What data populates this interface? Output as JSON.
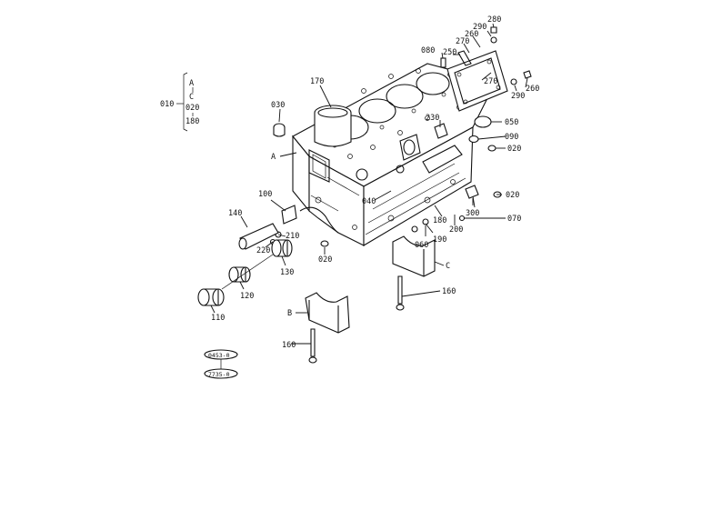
{
  "diagram": {
    "group": {
      "main": "010",
      "items": [
        "A",
        "C",
        "020",
        "180"
      ]
    },
    "labels": {
      "p280": "280",
      "p290a": "290",
      "p260a": "260",
      "p270a": "270",
      "p250": "250",
      "p080": "080",
      "p270b": "270",
      "p290b": "290",
      "p260b": "260",
      "p170": "170",
      "p030": "030",
      "p230": "230",
      "p050": "050",
      "p090": "090",
      "p020a": "020",
      "pA": "A",
      "p020b": "020",
      "p100": "100",
      "p040": "040",
      "p300": "300",
      "p070": "070",
      "p180": "180",
      "p200": "200",
      "p140": "140",
      "p210": "210",
      "p220": "220",
      "p190": "190",
      "p060": "060",
      "p130": "130",
      "p020c": "020",
      "pC": "C",
      "p160a": "160",
      "p120": "120",
      "pB": "B",
      "p110": "110",
      "p160b": "160"
    },
    "refs": [
      "0453-0",
      "7735-0"
    ]
  }
}
